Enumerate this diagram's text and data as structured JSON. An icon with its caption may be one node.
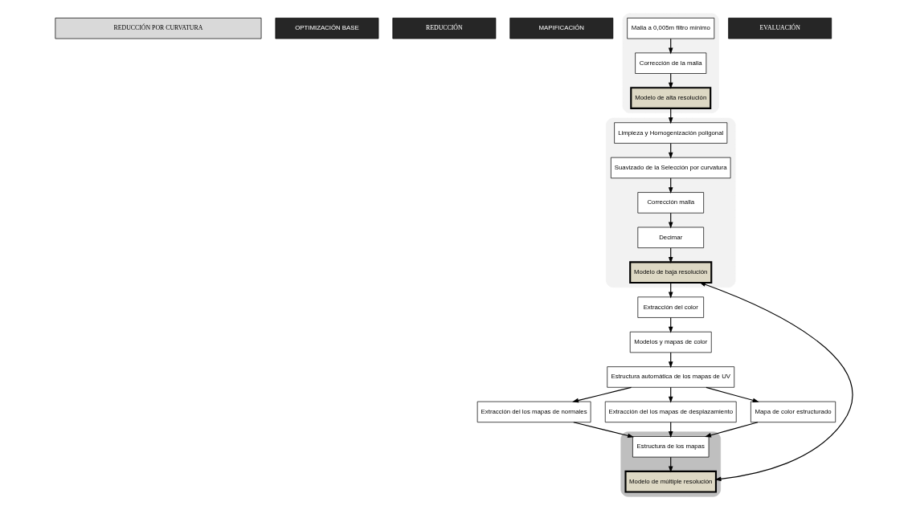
{
  "diagram": {
    "nodes": [
      {
        "text": [
          "REDUCCIÓN POR CURVATURA"
        ]
      },
      {
        "text": [
          "OPTIMIZACIÓN BASE"
        ]
      },
      {
        "text": [
          "REDUCCIÓN"
        ]
      },
      {
        "text": [
          "MAPIFICACIÓN"
        ]
      },
      {
        "text": [],
        "shape": "box"
      },
      {
        "text": [
          "Malla a 0,005m filtro mínimo"
        ],
        "in": 4
      },
      {
        "text": [
          "Corrección de la malla"
        ],
        "in": 4
      },
      {
        "text": [
          "Modelo de alta resolución"
        ],
        "in": 4
      },
      {
        "text": [],
        "shape": "box"
      },
      {
        "text": [
          "Limpieza y Homogenización poligonal"
        ],
        "in": 8
      },
      {
        "text": [
          "Suavizado de la Selección por curvatura"
        ],
        "in": 8
      },
      {
        "text": [
          "Corrección malla"
        ],
        "in": 8
      },
      {
        "text": [
          "Decimar"
        ],
        "in": 8
      },
      {
        "text": [
          "Modelo de baja resolución"
        ],
        "in": 8
      },
      {
        "text": [
          "Estructura automática de los mapas de UV"
        ]
      },
      {
        "text": [
          "Modelos y mapas de color"
        ]
      },
      {
        "text": [
          "Extracción del color"
        ]
      },
      {
        "text": [
          "Extracción del los mapas de normales"
        ]
      },
      {
        "text": [
          "Extracción del los mapas de desplazamiento"
        ]
      },
      {
        "text": [
          "Mapa de color estructurado"
        ]
      },
      {
        "text": [],
        "shape": "box"
      },
      {
        "text": [
          "Estructura de los mapas"
        ],
        "in": 20
      },
      {
        "text": [
          "Modelo de múltiple resolución"
        ],
        "in": 20
      },
      {
        "text": [
          "EVALUACIÓN"
        ]
      }
    ],
    "edges": [
      {
        "from": 5,
        "to": 6,
        "arrow": "to"
      },
      {
        "from": 6,
        "to": 7,
        "arrow": "to"
      },
      {
        "from": 7,
        "to": 9,
        "arrow": "to"
      },
      {
        "from": 9,
        "to": 10,
        "arrow": "to"
      },
      {
        "from": 10,
        "to": 11,
        "arrow": "to"
      },
      {
        "from": 11,
        "to": 12,
        "arrow": "to"
      },
      {
        "from": 12,
        "to": 13,
        "arrow": "to"
      },
      {
        "from": 13,
        "to": 16,
        "arrow": "to"
      },
      {
        "from": 16,
        "to": 15,
        "arrow": "to"
      },
      {
        "from": 15,
        "to": 14,
        "arrow": "to"
      },
      {
        "from": 14,
        "to": 17,
        "arrow": "to"
      },
      {
        "from": 14,
        "to": 18,
        "arrow": "to"
      },
      {
        "from": 14,
        "to": 19,
        "arrow": "to"
      },
      {
        "from": 17,
        "to": 21,
        "arrow": "to"
      },
      {
        "from": 18,
        "to": 21,
        "arrow": "to"
      },
      {
        "from": 19,
        "to": 21,
        "arrow": "to"
      },
      {
        "from": 21,
        "to": 22,
        "arrow": "to"
      },
      {
        "from": 13,
        "to": 22,
        "arrow": "both"
      }
    ]
  }
}
